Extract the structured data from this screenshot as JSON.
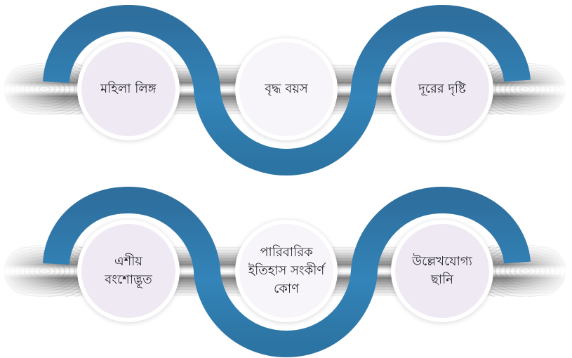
{
  "diagram": {
    "rows": [
      {
        "items": [
          {
            "lines": [
              "মহিলা লিঙ্গ"
            ]
          },
          {
            "lines": [
              "বৃদ্ধ বয়স"
            ]
          },
          {
            "lines": [
              "দূরের দৃষ্টি"
            ]
          }
        ]
      },
      {
        "items": [
          {
            "lines": [
              "এশীয়",
              "বংশোদ্ভূত"
            ]
          },
          {
            "lines": [
              "পারিবারিক",
              "ইতিহাস সংকীর্ণ",
              "কোণ"
            ]
          },
          {
            "lines": [
              "উল্লেখযোগ্য",
              "ছানি"
            ]
          }
        ]
      }
    ],
    "colors": {
      "ribbon_blue_dark": "#2e6f9e",
      "ribbon_blue_mid": "#3384b9",
      "ribbon_blue_low": "#2c74a3",
      "circle_fill_side": "#efe9f4",
      "circle_fill_middle": "#f7f5f9",
      "circle_border": "#ffffff",
      "bar_silver": "#8a8a8a",
      "text": "#26262e",
      "background": "#ffffff"
    }
  }
}
